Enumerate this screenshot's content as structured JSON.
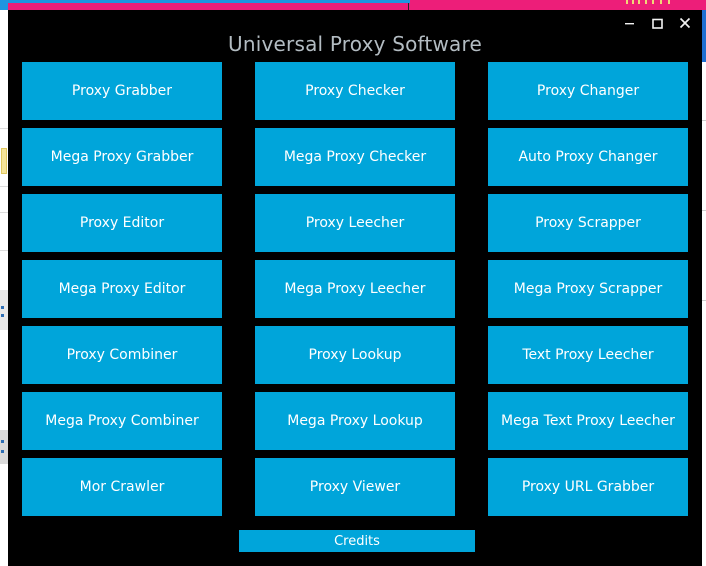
{
  "background": {
    "strip_blue_color": "#1e95e0",
    "strip_pink_color": "#ed1e79"
  },
  "window": {
    "title": "Universal Proxy Software",
    "background_color": "#000000",
    "title_color": "#b3bcc2",
    "controls": {
      "minimize_label": "–",
      "maximize_label": "□",
      "close_label": "✕",
      "minimize_name": "minimize-icon",
      "maximize_name": "maximize-icon",
      "close_name": "close-icon"
    }
  },
  "theme": {
    "button_color": "#00a5da",
    "button_text_color": "#ffffff"
  },
  "grid": {
    "rows": [
      {
        "cells": [
          {
            "label": "Proxy Grabber"
          },
          {
            "label": "Proxy Checker"
          },
          {
            "label": "Proxy Changer"
          }
        ]
      },
      {
        "cells": [
          {
            "label": "Mega Proxy Grabber"
          },
          {
            "label": "Mega Proxy Checker"
          },
          {
            "label": "Auto Proxy Changer"
          }
        ]
      },
      {
        "cells": [
          {
            "label": "Proxy Editor"
          },
          {
            "label": "Proxy Leecher"
          },
          {
            "label": "Proxy Scrapper"
          }
        ]
      },
      {
        "cells": [
          {
            "label": "Mega Proxy Editor"
          },
          {
            "label": "Mega Proxy Leecher"
          },
          {
            "label": "Mega Proxy Scrapper"
          }
        ]
      },
      {
        "cells": [
          {
            "label": "Proxy Combiner"
          },
          {
            "label": "Proxy Lookup"
          },
          {
            "label": "Text Proxy Leecher"
          }
        ]
      },
      {
        "cells": [
          {
            "label": "Mega Proxy Combiner"
          },
          {
            "label": "Mega Proxy Lookup"
          },
          {
            "label": "Mega Text Proxy Leecher"
          }
        ]
      },
      {
        "cells": [
          {
            "label": "Mor Crawler"
          },
          {
            "label": "Proxy Viewer"
          },
          {
            "label": "Proxy URL Grabber"
          }
        ]
      }
    ]
  },
  "footer": {
    "credits_label": "Credits"
  }
}
